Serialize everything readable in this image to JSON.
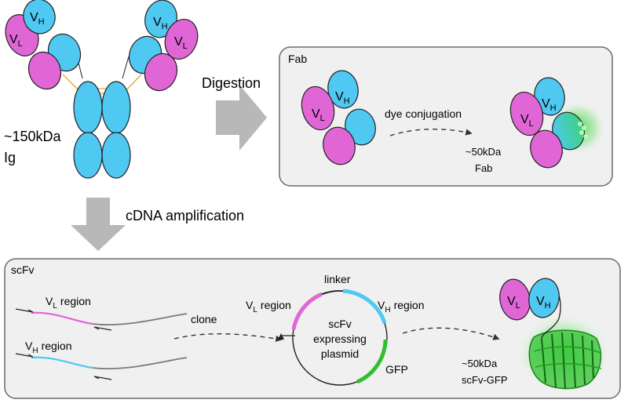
{
  "ig": {
    "size": "~150kDa",
    "name": "Ig"
  },
  "labels": {
    "vl_letter": "V",
    "vl_sub": "L",
    "vh_letter": "V",
    "vh_sub": "H"
  },
  "arrows": {
    "digestion": "Digestion",
    "cdna": "cDNA amplification",
    "dye": "dye conjugation",
    "clone": "clone"
  },
  "fab": {
    "panel_title": "Fab",
    "size": "~50kDa",
    "name": "Fab"
  },
  "scfv": {
    "panel_title": "scFv",
    "vl_region": "region",
    "vh_region": "region",
    "plasmid_vl_region": "region",
    "plasmid_vh_region": "region",
    "linker": "linker",
    "plasmid_text": [
      "scFv",
      "expressing",
      "plasmid"
    ],
    "gfp": "GFP",
    "size": "~50kDa",
    "name": "scFv-GFP"
  },
  "colors": {
    "magenta": "#e066d6",
    "cyan": "#4fc8f2",
    "green": "#2fbf2f",
    "gray": "#b8b8b8",
    "panel_bg": "#f0f0f0",
    "linker_orange": "#e8a83a"
  }
}
